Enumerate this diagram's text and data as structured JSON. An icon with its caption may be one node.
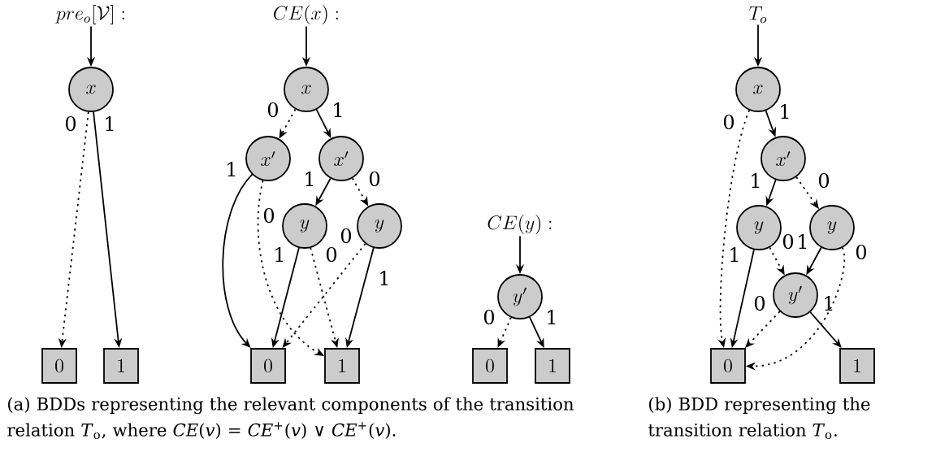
{
  "diagram": {
    "nodes": [
      {
        "text": [
          "pre_o[\\mathcal{V}]:"
        ]
      },
      {
        "text": [
          "x"
        ]
      },
      {
        "text": [
          "0"
        ]
      },
      {
        "text": [
          "1"
        ]
      },
      {
        "text": [
          "CE(x):"
        ]
      },
      {
        "text": [
          "x"
        ]
      },
      {
        "text": [
          "x'"
        ]
      },
      {
        "text": [
          "x'"
        ]
      },
      {
        "text": [
          "y"
        ]
      },
      {
        "text": [
          "y"
        ]
      },
      {
        "text": [
          "0"
        ]
      },
      {
        "text": [
          "1"
        ]
      },
      {
        "text": [
          "CE(y):"
        ]
      },
      {
        "text": [
          "y'"
        ]
      },
      {
        "text": [
          "0"
        ]
      },
      {
        "text": [
          "1"
        ]
      },
      {
        "text": [
          "T_o"
        ]
      },
      {
        "text": [
          "x"
        ]
      },
      {
        "text": [
          "x'"
        ]
      },
      {
        "text": [
          "y"
        ]
      },
      {
        "text": [
          "y"
        ]
      },
      {
        "text": [
          "y'"
        ]
      },
      {
        "text": [
          "0"
        ]
      },
      {
        "text": [
          "1"
        ]
      }
    ],
    "edges": [
      {
        "from": 0,
        "to": 1,
        "arrow": "to"
      },
      {
        "from": 1,
        "to": 2,
        "arrow": "to",
        "label": "0",
        "style": "dashed"
      },
      {
        "from": 1,
        "to": 3,
        "arrow": "to",
        "label": "1"
      },
      {
        "from": 4,
        "to": 5,
        "arrow": "to"
      },
      {
        "from": 5,
        "to": 6,
        "arrow": "to",
        "label": "0",
        "style": "dashed"
      },
      {
        "from": 5,
        "to": 7,
        "arrow": "to",
        "label": "1"
      },
      {
        "from": 6,
        "to": 10,
        "arrow": "to",
        "label": "1"
      },
      {
        "from": 6,
        "to": 11,
        "arrow": "to",
        "label": "0",
        "style": "dashed"
      },
      {
        "from": 7,
        "to": 8,
        "arrow": "to",
        "label": "1"
      },
      {
        "from": 7,
        "to": 9,
        "arrow": "to",
        "label": "0",
        "style": "dashed"
      },
      {
        "from": 8,
        "to": 10,
        "arrow": "to",
        "label": "1"
      },
      {
        "from": 8,
        "to": 11,
        "arrow": "to",
        "label": "0",
        "style": "dashed"
      },
      {
        "from": 9,
        "to": 10,
        "arrow": "to",
        "label": "0",
        "style": "dashed"
      },
      {
        "from": 9,
        "to": 11,
        "arrow": "to",
        "label": "1"
      },
      {
        "from": 12,
        "to": 13,
        "arrow": "to"
      },
      {
        "from": 13,
        "to": 14,
        "arrow": "to",
        "label": "0",
        "style": "dashed"
      },
      {
        "from": 13,
        "to": 15,
        "arrow": "to",
        "label": "1"
      },
      {
        "from": 16,
        "to": 17,
        "arrow": "to"
      },
      {
        "from": 17,
        "to": 22,
        "arrow": "to",
        "label": "0",
        "style": "dashed"
      },
      {
        "from": 17,
        "to": 18,
        "arrow": "to",
        "label": "1"
      },
      {
        "from": 18,
        "to": 19,
        "arrow": "to",
        "label": "1"
      },
      {
        "from": 18,
        "to": 20,
        "arrow": "to",
        "label": "0",
        "style": "dashed"
      },
      {
        "from": 19,
        "to": 22,
        "arrow": "to",
        "label": "1"
      },
      {
        "from": 19,
        "to": 21,
        "arrow": "to",
        "label": "0",
        "style": "dashed"
      },
      {
        "from": 20,
        "to": 21,
        "arrow": "to",
        "label": "1"
      },
      {
        "from": 20,
        "to": 22,
        "arrow": "to",
        "label": "0",
        "style": "dashed"
      },
      {
        "from": 21,
        "to": 22,
        "arrow": "to",
        "label": "0",
        "style": "dashed"
      },
      {
        "from": 21,
        "to": 23,
        "arrow": "to",
        "label": "1"
      }
    ],
    "labels": [
      "(a) BDDs representing the relevant components of the transition relation *T*$_{o}$, where *CE*(*v*) = *CE*$^{+}$(*v*) ∨ *CE*$^{+}$(*v*).",
      "(b) BDD representing the transition relation *T*$_{o}$."
    ]
  }
}
